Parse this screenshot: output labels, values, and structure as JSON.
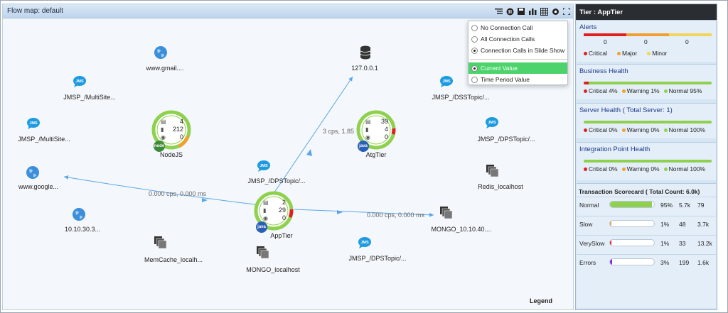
{
  "map": {
    "title": "Flow map: default",
    "toolbar_icons": [
      "list-view-icon",
      "pause-icon",
      "save-icon",
      "bar-chart-icon",
      "grid-icon",
      "gear-icon",
      "fullscreen-icon"
    ],
    "nodes": {
      "gmail": {
        "label": "www.gmail....",
        "icon": "globe-icon"
      },
      "multisite1": {
        "label": "JMSP_/MultiSite...",
        "icon": "jms-icon"
      },
      "multisite2": {
        "label": "JMSP_/MultiSite...",
        "icon": "jms-icon"
      },
      "google": {
        "label": "www.google...",
        "icon": "globe-icon"
      },
      "ip": {
        "label": "10.10.30.3...",
        "icon": "globe-icon"
      },
      "memcache": {
        "label": "MemCache_localh...",
        "icon": "cache-icon"
      },
      "mongo_local": {
        "label": "MONGO_localhost",
        "icon": "cache-icon"
      },
      "db": {
        "label": "127.0.0.1",
        "icon": "database-icon"
      },
      "dps1": {
        "label": "JMSP_/DPSTopic/...",
        "icon": "jms-icon"
      },
      "dps2": {
        "label": "JMSP_/DPSTopic/...",
        "icon": "jms-icon"
      },
      "dps3": {
        "label": "JMSP_/DPSTopic/...",
        "icon": "jms-icon"
      },
      "dss": {
        "label": "JMSP_/DSSTopic/...",
        "icon": "jms-icon"
      },
      "redis": {
        "label": "Redis_localhost",
        "icon": "cache-icon"
      },
      "mongo_remote": {
        "label": "MONGO_10.10.40....",
        "icon": "cache-icon"
      }
    },
    "tiers": {
      "nodejs": {
        "label": "NodeJS",
        "calls": "4",
        "count": "212",
        "errors": "0",
        "badge": "node"
      },
      "atg": {
        "label": "AtgTier",
        "calls": "39",
        "count": "4",
        "errors": "0",
        "badge": "java"
      },
      "app": {
        "label": "AppTier",
        "calls": "2",
        "count": "29",
        "errors": "0",
        "badge": "java"
      }
    },
    "edges": {
      "to_google": "0.000 cps, 0.000 ms",
      "to_db": "3 cps, 1.85",
      "to_mongo": "0.000 cps, 0.000 ms"
    },
    "legend": "Legend"
  },
  "popup": {
    "options": [
      {
        "label": "No Connection Call",
        "checked": false
      },
      {
        "label": "All Connection Calls",
        "checked": false
      },
      {
        "label": "Connection Calls in Slide Show",
        "checked": true
      }
    ],
    "values": [
      {
        "label": "Current Value",
        "checked": true
      },
      {
        "label": "Time Period Value",
        "checked": false
      }
    ]
  },
  "side": {
    "header": "Tier : AppTier",
    "alerts": {
      "title": "Alerts",
      "counts": [
        "0",
        "0",
        "0"
      ],
      "legend": [
        "Critical",
        "Major",
        "Minor"
      ]
    },
    "business": {
      "title": "Business Health",
      "critical": "Critical 4%",
      "warning": "Warning 1%",
      "normal": "Normal 95%"
    },
    "server": {
      "title": "Server Health ( Total Server: 1)",
      "critical": "Critical 0%",
      "warning": "Warning 0%",
      "normal": "Normal 100%"
    },
    "integration": {
      "title": "Integration Point Health",
      "critical": "Critical 0%",
      "warning": "Warning 0%",
      "normal": "Normal 100%"
    },
    "scorecard": {
      "title": "Transaction Scorecard  ( Total Count: 6.0k)",
      "rows": [
        {
          "name": "Normal",
          "pct": "95%",
          "count": "5.7k",
          "rt": "79"
        },
        {
          "name": "Slow",
          "pct": "1%",
          "count": "48",
          "rt": "3.7k"
        },
        {
          "name": "VerySlow",
          "pct": "1%",
          "count": "33",
          "rt": "13.2k"
        },
        {
          "name": "Errors",
          "pct": "3%",
          "count": "199",
          "rt": "1.6k"
        }
      ]
    }
  },
  "colors": {
    "normal": "#8fd14f",
    "warning": "#f0a030",
    "critical": "#e02020",
    "minor": "#f2d45c",
    "accent": "#4dd36b",
    "edge": "#5aa6e8"
  }
}
